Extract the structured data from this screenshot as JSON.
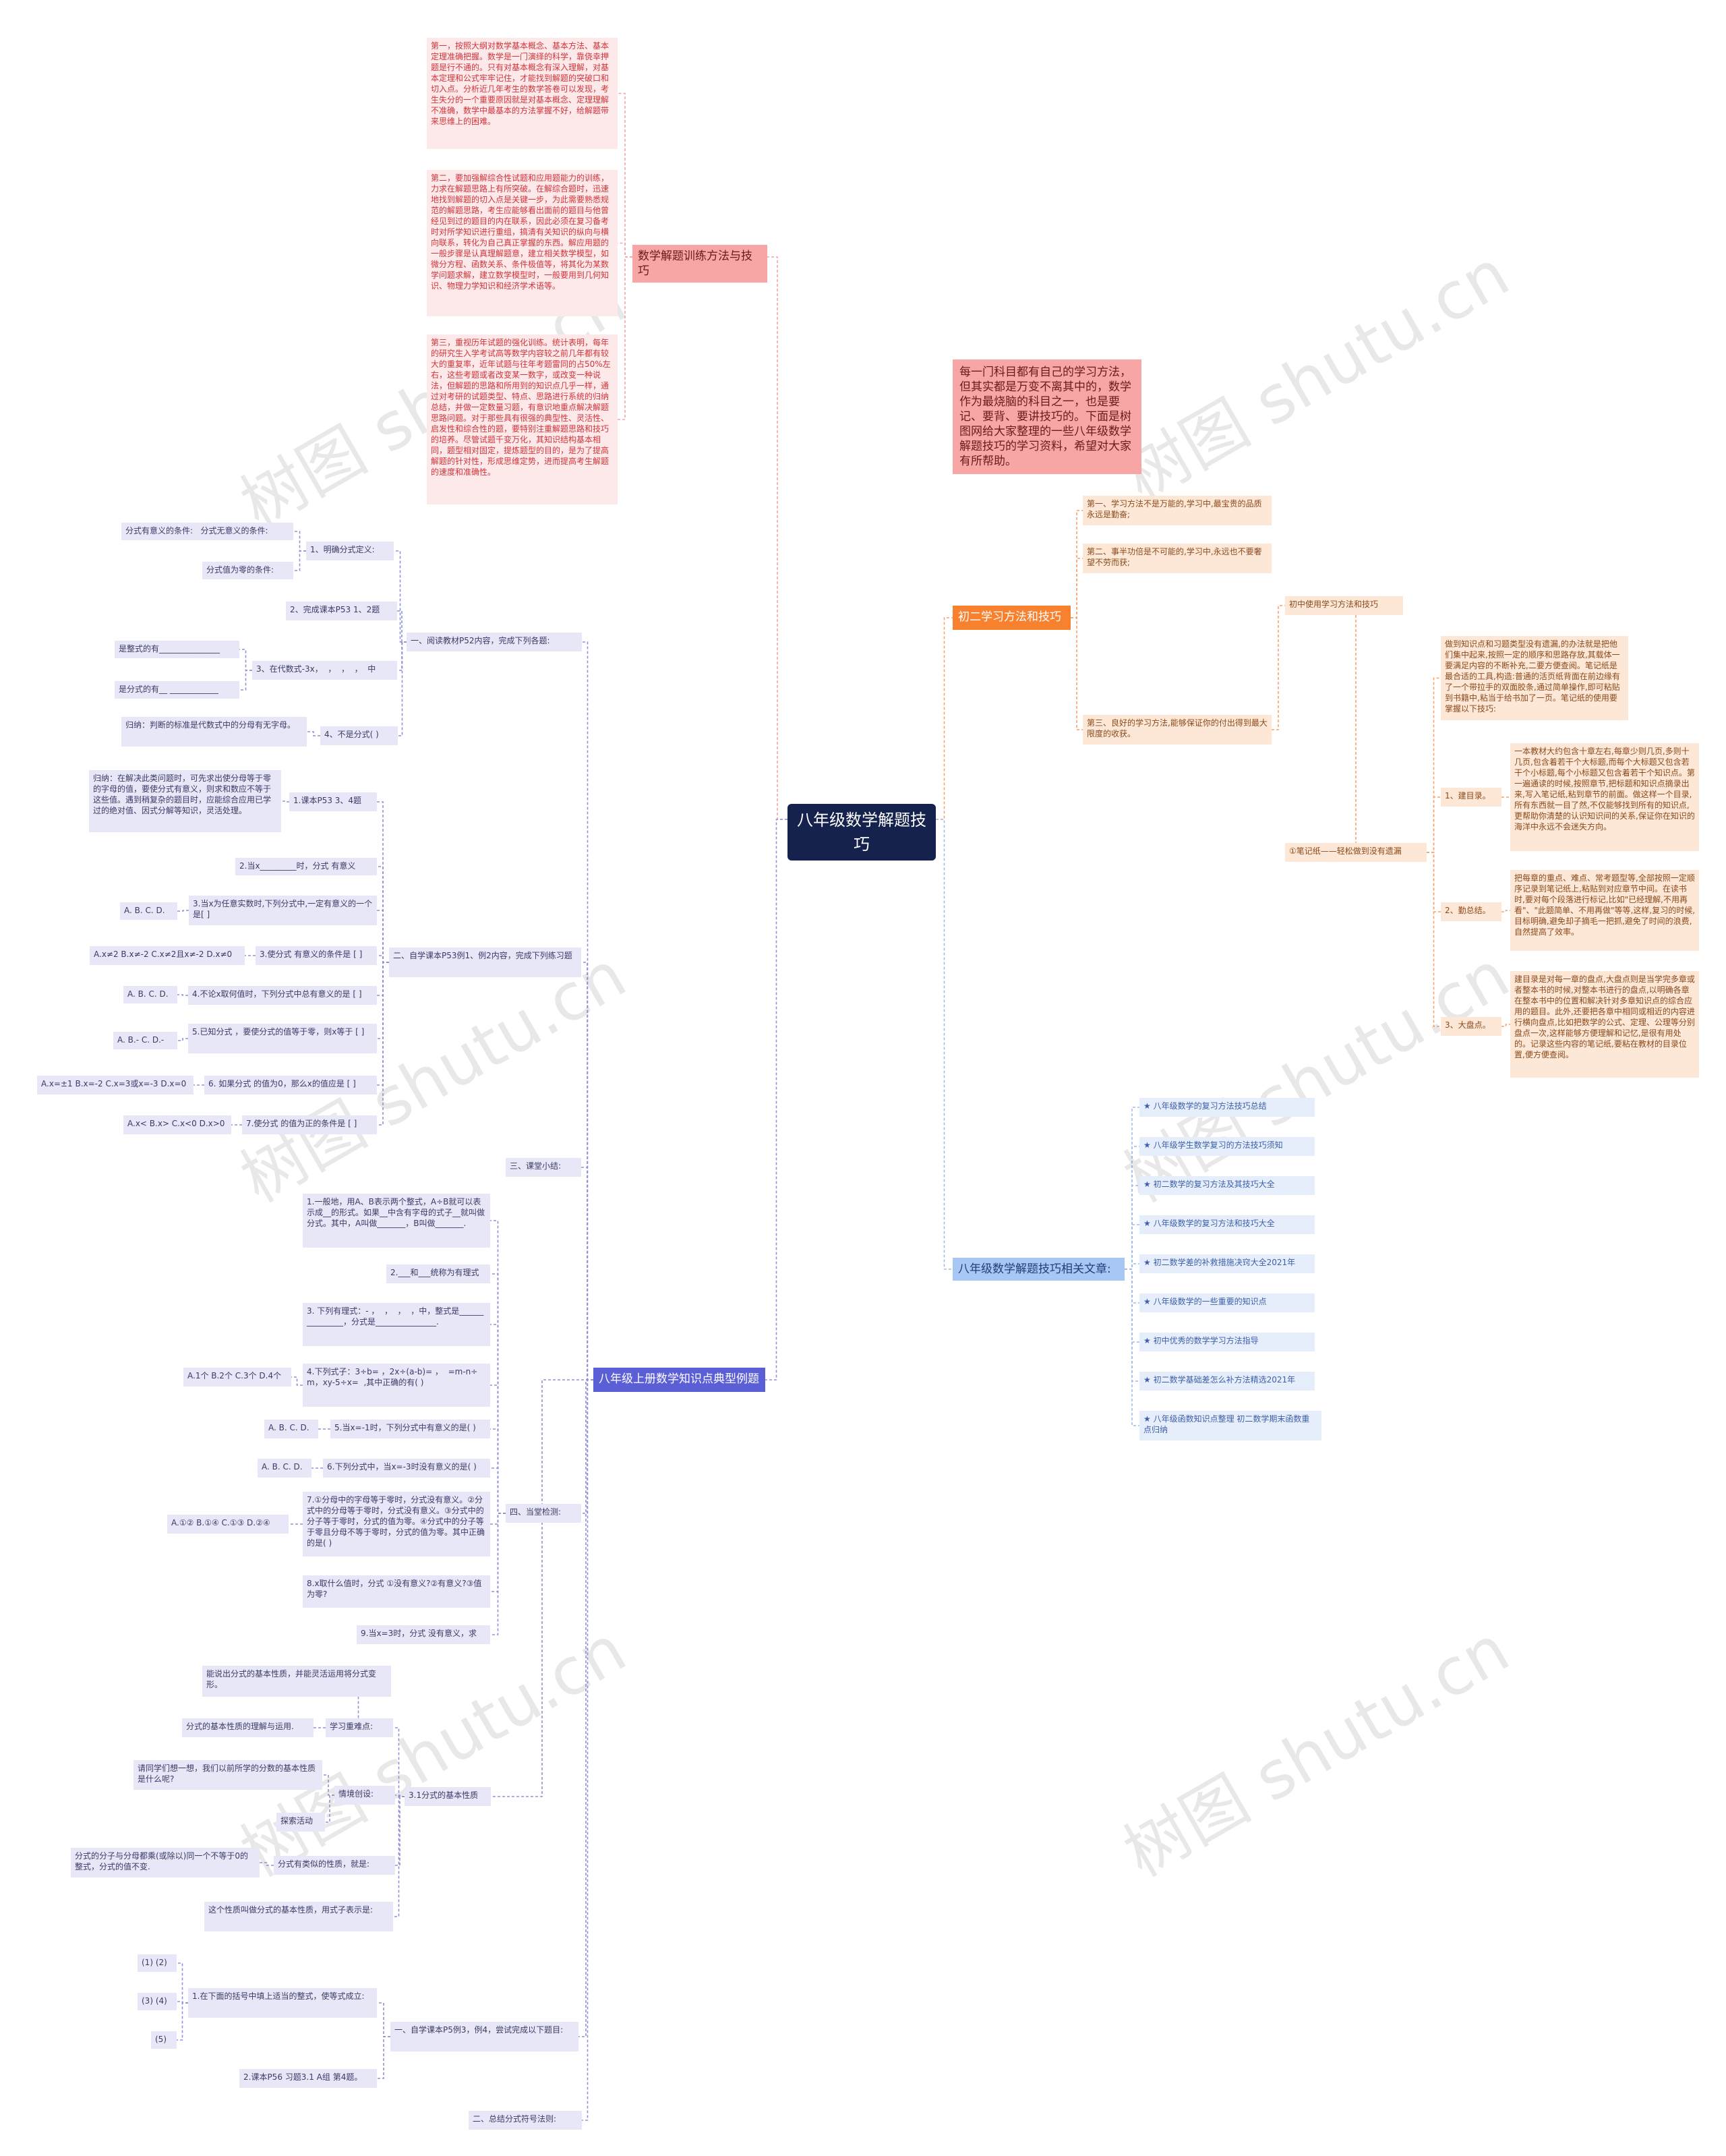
{
  "root": "八年级数学解题技巧",
  "intro": "每一门科目都有自己的学习方法，但其实都是万变不离其中的，数学作为最烧脑的科目之一，也是要记、要背、要讲技巧的。下面是树图网给大家整理的一些八年级数学解题技巧的学习资料，希望对大家有所帮助。",
  "watermark": "树图 shutu.cn",
  "branch1": {
    "label": "数学解题训练方法与技巧",
    "items": [
      "第一，按照大纲对数学基本概念、基本方法、基本定理准确把握。数学是一门演绎的科学，靠侥幸押题是行不通的。只有对基本概念有深入理解，对基本定理和公式牢牢记住，才能找到解题的突破口和切入点。分析近几年考生的数学答卷可以发现，考生失分的一个重要原因就是对基本概念、定理理解不准确，数学中最基本的方法掌握不好，给解题带来思维上的困难。",
      "第二，要加强解综合性试题和应用题能力的训练，力求在解题思路上有所突破。在解综合题时，迅速地找到解题的切入点是关键一步，为此需要熟悉规范的解题思路，考生应能够看出面前的题目与他曾经见到过的题目的内在联系，因此必须在复习备考时对所学知识进行重组，搞清有关知识的纵向与横向联系，转化为自己真正掌握的东西。解应用题的一般步骤是认真理解题意，建立相关数学模型，如微分方程、函数关系、条件极值等，将其化为某数学问题求解，建立数学模型时，一般要用到几何知识、物理力学知识和经济学术语等。",
      "第三，重视历年试题的强化训练。统计表明，每年的研究生入学考试高等数学内容较之前几年都有较大的重复率，近年试题与往年考题雷同的占50%左右，这些考题或者改变某一数字，或改变一种说法，但解题的思路和所用到的知识点几乎一样，通过对考研的试题类型、特点、思路进行系统的归纳总结，并做一定数量习题，有意识地重点解决解题思路问题。对于那些具有很强的典型性、灵活性、启发性和综合性的题，要特别注重解题思路和技巧的培养。尽管试题千变万化，其知识结构基本相同，题型相对固定，提炼题型的目的，是为了提高解题的针对性，形成思维定势，进而提高考生解题的速度和准确性。"
    ]
  },
  "branch2": {
    "label": "初二学习方法和技巧",
    "items": [
      "第一、学习方法不是万能的,学习中,最宝贵的品质永远是勤奋;",
      "第二、事半功倍是不可能的,学习中,永远也不要奢望不劳而获;",
      "第三、良好的学习方法,能够保证你的付出得到最大限度的收获。"
    ],
    "sub": "初中使用学习方法和技巧",
    "note_label": "①笔记纸——轻松做到没有遗漏",
    "note_text": "做到知识点和习题类型没有遗漏,的办法就是把他们集中起来,按照一定的顺序和思路存放,其载体一要满足内容的不断补充,二要方便查阅。笔记纸是最合适的工具,构造:普通的活页纸背面在前边缘有了一个带拉手的双面胶条,通过简单操作,即可粘贴到书籍中,粘当于给书加了一页。笔记纸的使用要掌握以下技巧:",
    "steps": [
      {
        "label": "1、建目录。",
        "text": "一本教材大约包含十章左右,每章少则几页,多则十几页,包含着若干个大标题,而每个大标题又包含若干个小标题,每个小标题又包含着若干个知识点。第一遍通读的时候,按照章节,把标题和知识点摘录出来,写入笔记纸,粘到章节的前面。做这样一个目录,所有东西就一目了然,不仅能够找到所有的知识点,更帮助你清楚的认识知识间的关系,保证你在知识的海洋中永远不会迷失方向。"
      },
      {
        "label": "2、勤总结。",
        "text": "把每章的重点、难点、常考题型等,全部按照一定顺序记录到笔记纸上,粘贴到对应章节中间。在读书时,要对每个段落进行标记,比如\"已经理解,不用再看\"、\"此题简单、不用再做\"等等,这样,复习的时候,目标明确,避免却子摘毛一把抓,避免了时间的浪费,自然提高了效率。"
      },
      {
        "label": "3、大盘点。",
        "text": "建目录是对每一章的盘点,大盘点则是当学完多章或者整本书的时候,对整本书进行的盘点,以明确各章在整本书中的位置和解决针对多章知识点的综合应用的题目。此外,还要把各章中相同或相近的内容进行横向盘点,比如把数学的公式、定理、公理等分别盘点一次,这样能够方便理解和记忆,是很有用处的。记录这些内容的笔记纸,要粘在教材的目录位置,便方便查阅。"
      }
    ]
  },
  "branch3": {
    "label": "八年级数学解题技巧相关文章:",
    "items": [
      "★ 八年级数学的复习方法技巧总结",
      "★ 八年级学生数学复习的方法技巧须知",
      "★ 初二数学的复习方法及其技巧大全",
      "★ 八年级数学的复习方法和技巧大全",
      "★ 初二数学差的补救措施决窍大全2021年",
      "★ 八年级数学的一些重要的知识点",
      "★ 初中优秀的数学学习方法指导",
      "★ 初二数学基础差怎么补方法精选2021年",
      "★ 八年级函数知识点整理 初二数学期末函数重点归纳"
    ]
  },
  "branch4": {
    "label": "八年级上册数学知识点典型例题",
    "g1": {
      "label": "一、阅读教材P52内容，完成下列各题:",
      "c1": {
        "label": "1、明确分式定义:",
        "a": "分式有意义的条件:   分式无意义的条件:",
        "b": "分式值为零的条件:"
      },
      "c2": "2、完成课本P53 1、2题",
      "c3": {
        "label": "3、在代数式-3x，  ，  ，  ，  中",
        "a": "是整式的有_______________",
        "b": "是分式的有__ ____________"
      },
      "c4": {
        "label": "4、不是分式( )",
        "a": "归纳：判断的标准是代数式中的分母有无字母。"
      }
    },
    "g2": {
      "label": "二、自学课本P53例1、例2内容，完成下列练习题",
      "q1": {
        "label": "1.课本P53 3、4题",
        "a": "归纳：在解决此类问题时，可先求出使分母等于零的字母的值，要使分式有意义，则求和数应不等于这些值。遇到稍复杂的题目时，应能综合应用已学过的绝对值、因式分解等知识，灵活处理。"
      },
      "q2": "2.当x_________时，分式 有意义",
      "q3": {
        "label": "3.当x为任意实数时,下列分式中,一定有意义的一个是[ ]",
        "a": "A. B. C. D."
      },
      "q4": {
        "label": "3.使分式 有意义的条件是 [ ]",
        "a": "A.x≠2 B.x≠-2 C.x≠2且x≠-2 D.x≠0"
      },
      "q5": {
        "label": "4.不论x取何值时，下列分式中总有意义的是 [ ]",
        "a": "A. B. C. D."
      },
      "q6": {
        "label": "5.已知分式 ，要使分式的值等于零，则x等于 [ ]",
        "a": "A. B.- C. D.-"
      },
      "q7": {
        "label": "6. 如果分式 的值为0，那么x的值应是 [ ]",
        "a": "A.x=±1 B.x=-2 C.x=3或x=-3 D.x=0"
      },
      "q8": {
        "label": "7.使分式 的值为正的条件是 [ ]",
        "a": "A.x< B.x> C.x<0 D.x>0"
      }
    },
    "g3": "三、课堂小结:",
    "g4": {
      "label": "四、当堂检测:",
      "items": [
        {
          "q": "1.一般地，用A、B表示两个整式，A÷B就可以表示成__的形式。如果__中含有字母的式子__就叫做分式。其中，A叫做_______，B叫做_______."
        },
        {
          "q": "2.___和___统称为有理式"
        },
        {
          "q": "3. 下列有理式：- ，  ，  ，  ，中，整式是_______________，分式是_______________."
        },
        {
          "q": "4.下列式子：3÷b= ，2x÷(a-b)= ，  =m-n÷m，xy-5÷x=  ,其中正确的有( )",
          "a": "A.1个 B.2个 C.3个 D.4个"
        },
        {
          "q": "5.当x=-1时，下列分式中有意义的是( )",
          "a": "A. B. C. D."
        },
        {
          "q": "6.下列分式中，当x=-3时没有意义的是( )",
          "a": "A. B. C. D."
        },
        {
          "q": "7.①分母中的字母等于零时，分式没有意义。②分式中的分母等于零时，分式没有意义。③分式中的分子等于零时，分式的值为零。④分式中的分子等于零且分母不等于零时，分式的值为零。其中正确的是( )",
          "a": "A.①② B.①④ C.①③ D.②④"
        },
        {
          "q": "8.x取什么值时，分式 ①没有意义?②有意义?③值为零?"
        },
        {
          "q": "9.当x=3时，分式 没有意义，求"
        }
      ]
    },
    "g5": {
      "label": "3.1分式的基本性质",
      "t1": {
        "label": "学习重难点:",
        "a": "能说出分式的基本性质，并能灵活运用将分式变形。",
        "b": "分式的基本性质的理解与运用."
      },
      "t2": {
        "label": "情境创设:",
        "a": "请同学们想一想，我们以前所学的分数的基本性质是什么呢?",
        "b": "探索活动"
      },
      "t3": {
        "label": "分式有类似的性质，就是:",
        "a": "分式的分子与分母都乘(或除以)同一个不等于0的整式，分式的值不变."
      },
      "t4": "这个性质叫做分式的基本性质，用式子表示是:"
    },
    "g6": {
      "label": "一、自学课本P5例3，例4，尝试完成以下题目:",
      "q1": {
        "label": "1.在下面的括号中填上适当的整式，使等式成立:",
        "items": [
          "(1) (2)",
          "(3) (4)",
          "(5)"
        ]
      },
      "q2": "2.课本P56 习题3.1 A组 第4题。"
    },
    "g7": "二、总结分式符号法则:"
  }
}
